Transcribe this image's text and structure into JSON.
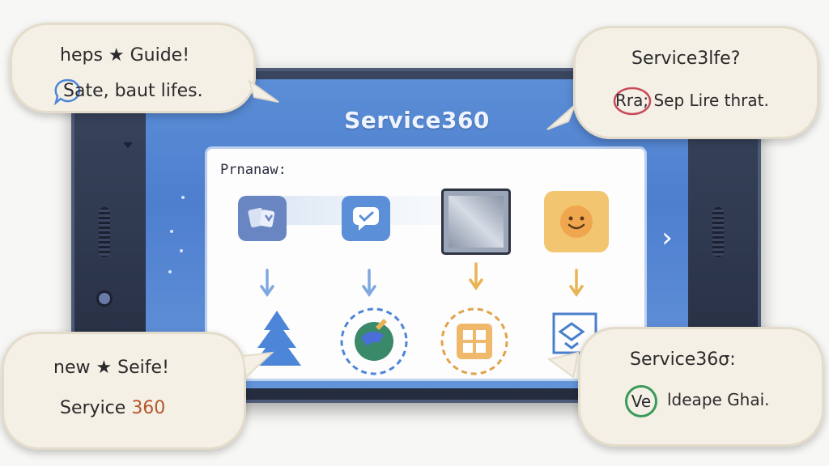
{
  "app": {
    "title": "Service360",
    "panel_title": "Prnanaw:"
  },
  "flow": {
    "top_tiles": [
      {
        "icon": "cards-icon",
        "color": "#6a86c2"
      },
      {
        "icon": "chat-check-icon",
        "color": "#5b8fd8"
      },
      {
        "icon": "image-frame-icon",
        "color": "#9ba6b8"
      },
      {
        "icon": "smiley-icon",
        "color": "#f2c571"
      }
    ],
    "bottom_icons": [
      {
        "icon": "tree-icon",
        "color": "#4d86d8"
      },
      {
        "icon": "globe-badge-icon",
        "color": "#3a8a6a"
      },
      {
        "icon": "grid-window-icon",
        "color": "#e2a24a"
      },
      {
        "icon": "scan-frame-icon",
        "color": "#4a7fcc"
      }
    ],
    "arrow_colors": [
      "#7fa8e0",
      "#7fa8e0",
      "#e8b455",
      "#e8b455"
    ]
  },
  "bubbles": {
    "top_left": {
      "line1": "heps ★ Guide!",
      "line2": "Sate, baut lifes."
    },
    "top_right": {
      "line1": "Service3lfe?",
      "line2": "Rra; Sep Lire thrat."
    },
    "bottom_left": {
      "line1": "new ★ Seife!",
      "line2_prefix": "Seryice ",
      "line2_accent": "360"
    },
    "bottom_right": {
      "line1": "Service36σ:",
      "line2_badge": "Ve",
      "line2": "ldeape Ghai."
    }
  },
  "colors": {
    "screen": "#5b8ed6",
    "bubble": "#f4f0e6",
    "accent": "#b4572b"
  }
}
